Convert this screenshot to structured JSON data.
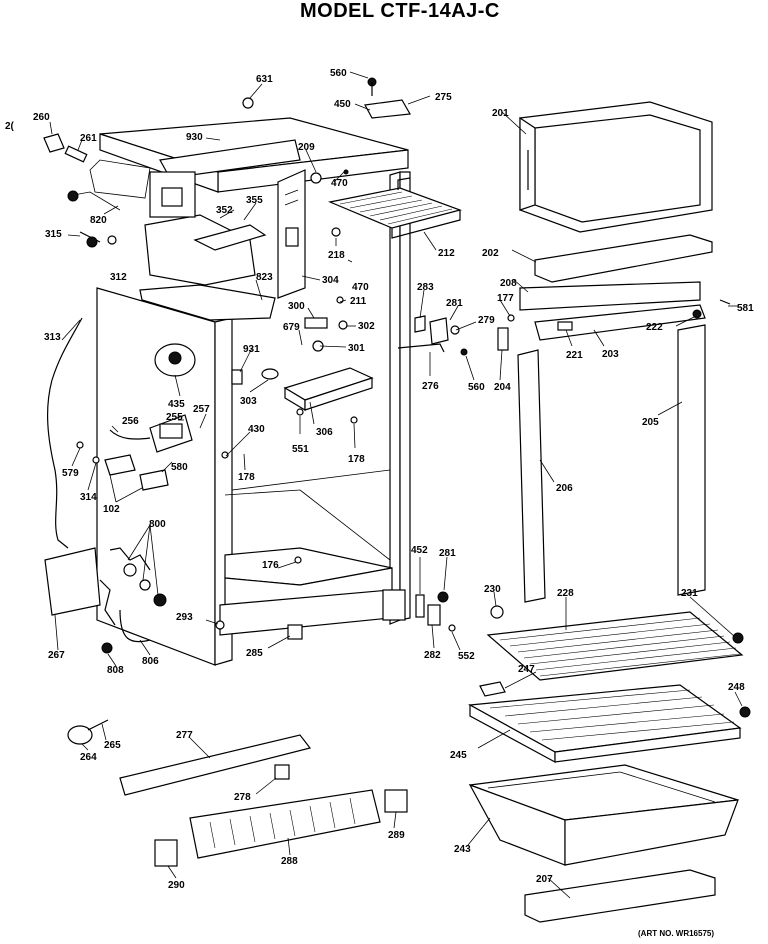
{
  "title": "MODEL CTF-14AJ-C",
  "art_no": "(ART NO. WR16575)",
  "part_labels": [
    {
      "id": "631",
      "text": "631"
    },
    {
      "id": "560a",
      "text": "560"
    },
    {
      "id": "450",
      "text": "450"
    },
    {
      "id": "275",
      "text": "275"
    },
    {
      "id": "201",
      "text": "201"
    },
    {
      "id": "260",
      "text": "260"
    },
    {
      "id": "26",
      "text": "2("
    },
    {
      "id": "261",
      "text": "261"
    },
    {
      "id": "930",
      "text": "930"
    },
    {
      "id": "209",
      "text": "209"
    },
    {
      "id": "470a",
      "text": "470"
    },
    {
      "id": "820",
      "text": "820"
    },
    {
      "id": "352",
      "text": "352"
    },
    {
      "id": "355",
      "text": "355"
    },
    {
      "id": "212",
      "text": "212"
    },
    {
      "id": "315",
      "text": "315"
    },
    {
      "id": "312",
      "text": "312"
    },
    {
      "id": "218",
      "text": "218"
    },
    {
      "id": "470b",
      "text": "470"
    },
    {
      "id": "202",
      "text": "202"
    },
    {
      "id": "823",
      "text": "823"
    },
    {
      "id": "304",
      "text": "304"
    },
    {
      "id": "208",
      "text": "208"
    },
    {
      "id": "283",
      "text": "283"
    },
    {
      "id": "211",
      "text": "211"
    },
    {
      "id": "300",
      "text": "300"
    },
    {
      "id": "177",
      "text": "177"
    },
    {
      "id": "581",
      "text": "581"
    },
    {
      "id": "281a",
      "text": "281"
    },
    {
      "id": "313",
      "text": "313"
    },
    {
      "id": "679",
      "text": "679"
    },
    {
      "id": "302",
      "text": "302"
    },
    {
      "id": "279",
      "text": "279"
    },
    {
      "id": "222",
      "text": "222"
    },
    {
      "id": "931",
      "text": "931"
    },
    {
      "id": "301",
      "text": "301"
    },
    {
      "id": "221",
      "text": "221"
    },
    {
      "id": "203",
      "text": "203"
    },
    {
      "id": "435",
      "text": "435"
    },
    {
      "id": "276",
      "text": "276"
    },
    {
      "id": "560b",
      "text": "560"
    },
    {
      "id": "204",
      "text": "204"
    },
    {
      "id": "303",
      "text": "303"
    },
    {
      "id": "256",
      "text": "256"
    },
    {
      "id": "255",
      "text": "255"
    },
    {
      "id": "257",
      "text": "257"
    },
    {
      "id": "306",
      "text": "306"
    },
    {
      "id": "205",
      "text": "205"
    },
    {
      "id": "430",
      "text": "430"
    },
    {
      "id": "551",
      "text": "551"
    },
    {
      "id": "178a",
      "text": "178"
    },
    {
      "id": "579",
      "text": "579"
    },
    {
      "id": "580",
      "text": "580"
    },
    {
      "id": "178b",
      "text": "178"
    },
    {
      "id": "314",
      "text": "314"
    },
    {
      "id": "206",
      "text": "206"
    },
    {
      "id": "102",
      "text": "102"
    },
    {
      "id": "800",
      "text": "800"
    },
    {
      "id": "452",
      "text": "452"
    },
    {
      "id": "281b",
      "text": "281"
    },
    {
      "id": "176",
      "text": "176"
    },
    {
      "id": "230",
      "text": "230"
    },
    {
      "id": "228",
      "text": "228"
    },
    {
      "id": "231",
      "text": "231"
    },
    {
      "id": "293",
      "text": "293"
    },
    {
      "id": "267",
      "text": "267"
    },
    {
      "id": "282",
      "text": "282"
    },
    {
      "id": "552",
      "text": "552"
    },
    {
      "id": "285",
      "text": "285"
    },
    {
      "id": "806",
      "text": "806"
    },
    {
      "id": "808",
      "text": "808"
    },
    {
      "id": "247",
      "text": "247"
    },
    {
      "id": "248",
      "text": "248"
    },
    {
      "id": "277",
      "text": "277"
    },
    {
      "id": "245",
      "text": "245"
    },
    {
      "id": "264",
      "text": "264"
    },
    {
      "id": "265",
      "text": "265"
    },
    {
      "id": "278",
      "text": "278"
    },
    {
      "id": "243",
      "text": "243"
    },
    {
      "id": "289",
      "text": "289"
    },
    {
      "id": "288",
      "text": "288"
    },
    {
      "id": "290",
      "text": "290"
    },
    {
      "id": "207",
      "text": "207"
    }
  ]
}
